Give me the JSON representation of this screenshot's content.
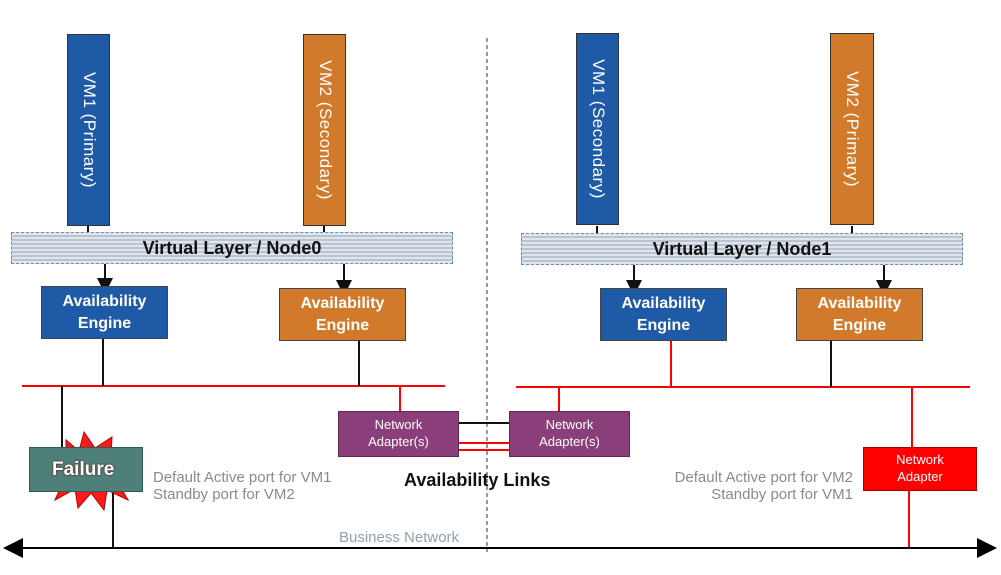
{
  "node0": {
    "vm1_label": "VM1 (Primary)",
    "vm2_label": "VM2 (Secondary)",
    "layer_label": "Virtual Layer / Node0",
    "engine1_label": "Availability\nEngine",
    "engine2_label": "Availability\nEngine",
    "adapter_label": "Network\nAdapter(s)",
    "failure_label": "Failure",
    "port_note_line1": "Default Active port for VM1",
    "port_note_line2": "Standby port for VM2"
  },
  "node1": {
    "vm1_label": "VM1 (Secondary)",
    "vm2_label": "VM2 (Primary)",
    "layer_label": "Virtual Layer / Node1",
    "engine1_label": "Availability\nEngine",
    "engine2_label": "Availability\nEngine",
    "adapter_label": "Network\nAdapter(s)",
    "red_adapter_label": "Network\nAdapter",
    "port_note_line1": "Default Active port for VM2",
    "port_note_line2": "Standby port for VM1"
  },
  "links_label": "Availability  Links",
  "business_network_label": "Business  Network",
  "colors": {
    "vm_blue": "#1f5aa6",
    "vm_orange": "#d27a2b",
    "adapter_purple": "#8b3f7a",
    "adapter_red": "#ff0000",
    "failure_red": "#ff1a1a",
    "red_line": "#ff0000"
  }
}
